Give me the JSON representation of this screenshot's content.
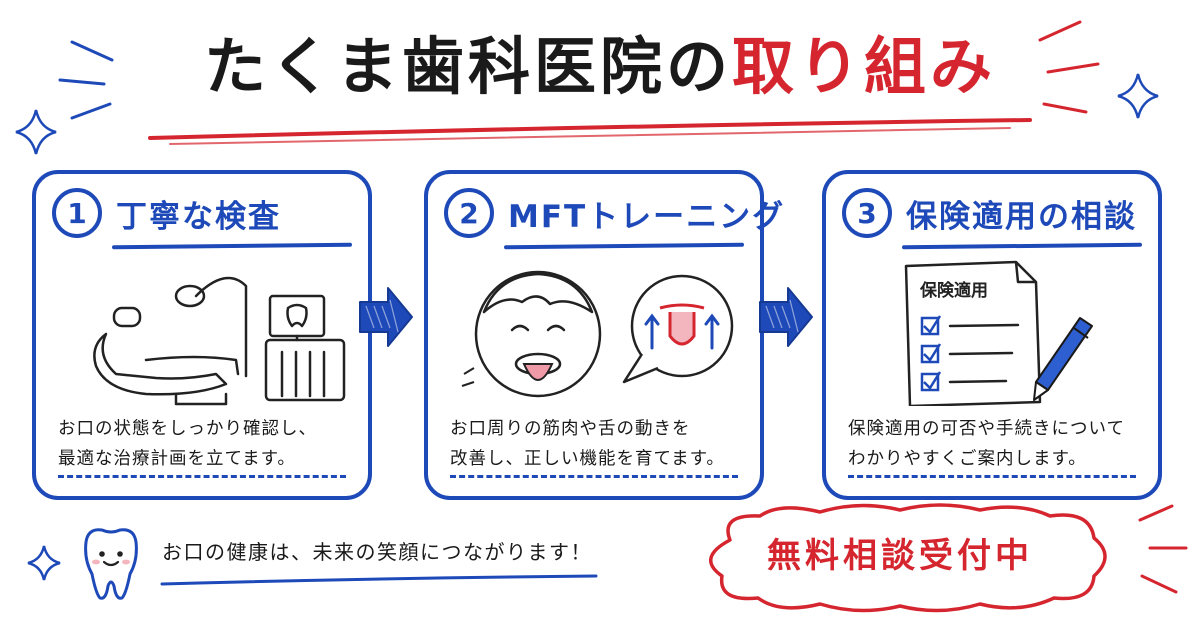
{
  "header": {
    "title_main": "たくま歯科医院の",
    "title_accent": "取り組み"
  },
  "steps": [
    {
      "number": "1",
      "title": "丁寧な検査",
      "description_lines": [
        "お口の状態をしっかり確認し、",
        "最適な治療計画を立てます。"
      ],
      "illustration": "dental-chair"
    },
    {
      "number": "2",
      "title": "MFTトレーニング",
      "description_lines": [
        "お口周りの筋肉や舌の動きを",
        "改善し、正しい機能を育てます。"
      ],
      "illustration": "child-tongue-training"
    },
    {
      "number": "3",
      "title": "保険適用の相談",
      "description_lines": [
        "保険適用の可否や手続きについて",
        "わかりやすくご案内します。"
      ],
      "illustration": "insurance-document",
      "document_label": "保険適用"
    }
  ],
  "footer": {
    "message": "お口の健康は、未来の笑顔につながります！",
    "badge": "無料相談受付中"
  },
  "colors": {
    "primary_blue": "#1e49b8",
    "accent_red": "#d5262f",
    "text": "#1a1a1a"
  },
  "icons": [
    "sparkle-icon",
    "tooth-mascot-icon",
    "arrow-right-icon",
    "checkbox-icon",
    "pen-icon"
  ]
}
